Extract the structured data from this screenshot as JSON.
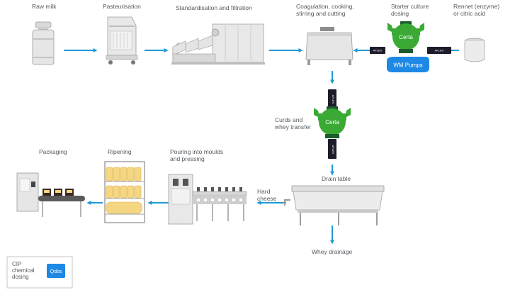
{
  "labels": {
    "raw_milk": "Raw milk",
    "pasteurisation": "Pasteurisation",
    "standardisation": "Standardisation and filtration",
    "coagulation": "Coagulation, cooking,\nstirring and cutting",
    "starter_culture": "Starter culture\ndosing",
    "rennet": "Rennet (enzyme)\nor citric acid",
    "curds_transfer": "Curds and\nwhey transfer",
    "drain_table": "Drain table",
    "hard_cheese": "Hard\ncheese",
    "whey_drainage": "Whey drainage",
    "pouring": "Pouring into moulds\nand pressing",
    "ripening": "Ripening",
    "packaging": "Packaging",
    "cip": "CIP\nchemical\ndosing"
  },
  "pumps": {
    "certa_brand": "Certa",
    "wm_pumps": "WM Pumps",
    "qdos_brand": "Qdos",
    "aflex": "AFLEX"
  },
  "colors": {
    "arrow": "#1f9ad6",
    "pump_green": "#3aaa35",
    "pump_dark": "#1d5a2e",
    "wm_blue": "#1e88e5",
    "hose": "#1c1c2a",
    "equipment": "#e3e3e3",
    "equipment_dark": "#a9a9a9",
    "text": "#555a5f"
  },
  "icons": {
    "milk_churn": "milk-churn-icon",
    "pasteuriser": "pasteuriser-icon",
    "filtration_unit": "filtration-unit-icon",
    "coagulation_vat": "coagulation-vat-icon",
    "certa_pump": "certa-pump-icon",
    "rennet_container": "rennet-container-icon",
    "drain_table": "drain-table-icon",
    "moulding_press": "moulding-press-icon",
    "ripening_rack": "ripening-rack-icon",
    "packaging_machine": "packaging-machine-icon",
    "qdos_pump": "qdos-pump-icon"
  }
}
